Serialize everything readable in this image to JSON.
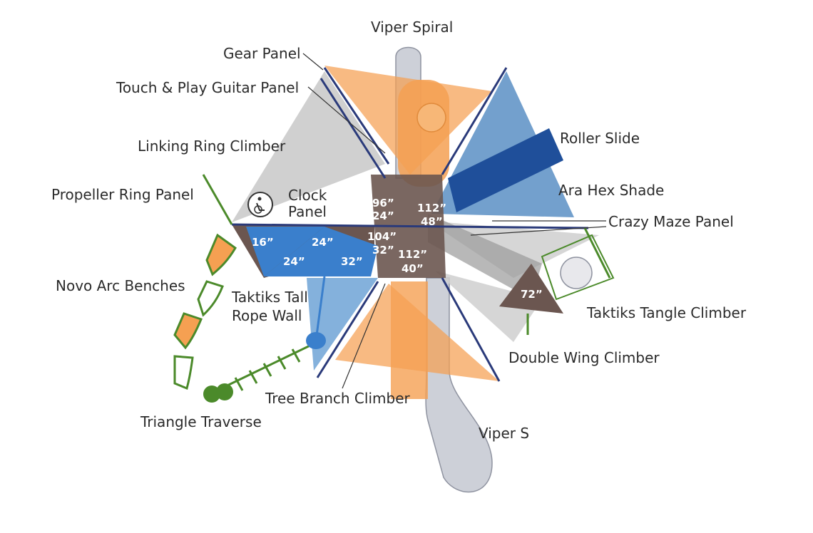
{
  "labels": {
    "viper_spiral": "Viper Spiral",
    "gear_panel": "Gear Panel",
    "touch_play_guitar": "Touch & Play Guitar Panel",
    "linking_ring": "Linking Ring Climber",
    "propeller_ring": "Propeller Ring Panel",
    "clock_line1": "Clock",
    "clock_line2": "Panel",
    "roller_slide": "Roller Slide",
    "ara_hex_shade": "Ara Hex Shade",
    "crazy_maze": "Crazy Maze Panel",
    "novo_arc": "Novo Arc Benches",
    "taktiks_tall_line1": "Taktiks Tall",
    "taktiks_tall_line2": "Rope Wall",
    "taktiks_tangle": "Taktiks Tangle Climber",
    "double_wing": "Double Wing Climber",
    "tree_branch": "Tree Branch Climber",
    "triangle_traverse": "Triangle Traverse",
    "viper_s": "Viper S"
  },
  "dimensions": {
    "d16": "16”",
    "d24a": "24”",
    "d24b": "24”",
    "d32": "32”",
    "d96": "96”",
    "d24c": "24”",
    "d104": "104”",
    "d32b": "32”",
    "d112a": "112”",
    "d48": "48”",
    "d112b": "112”",
    "d40": "40”",
    "d72": "72”"
  },
  "colors": {
    "orange": "#f5a052",
    "blue_shade": "#5b8fc4",
    "dark_blue": "#1f4f9a",
    "gray_shade": "#c8c8c8",
    "deck_brown": "#6b5650",
    "deck_blue": "#3a7fcc",
    "frame": "#2a3a7a",
    "green": "#4b8a2a",
    "slide_gray": "#c9ccd4"
  },
  "icons": [
    "wheelchair-accessible-icon"
  ]
}
